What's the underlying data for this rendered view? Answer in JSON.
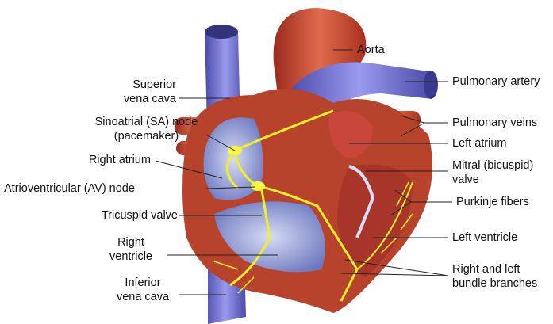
{
  "title": "Heart conduction system anatomy",
  "labels_left": {
    "superior_vena_cava": [
      "Superior",
      "vena cava"
    ],
    "sa_node": [
      "Sinoatrial (SA) node",
      "(pacemaker)"
    ],
    "right_atrium": "Right atrium",
    "av_node": "Atrioventricular (AV) node",
    "tricuspid_valve": "Tricuspid valve",
    "right_ventricle": [
      "Right",
      "ventricle"
    ],
    "inferior_vena_cava": [
      "Inferior",
      "vena cava"
    ]
  },
  "labels_right": {
    "aorta": "Aorta",
    "pulmonary_artery": "Pulmonary artery",
    "pulmonary_veins": "Pulmonary veins",
    "left_atrium": "Left atrium",
    "mitral_valve": [
      "Mitral (bicuspid)",
      "valve"
    ],
    "purkinje_fibers": "Purkinje fibers",
    "left_ventricle": "Left ventricle",
    "bundle_branches": [
      "Right and left",
      "bundle branches"
    ]
  },
  "colors": {
    "vein": "#6f6fd0",
    "artery": "#c2442c",
    "muscle": "#b8432c",
    "fiber": "#f0f02a",
    "line": "#222222"
  }
}
